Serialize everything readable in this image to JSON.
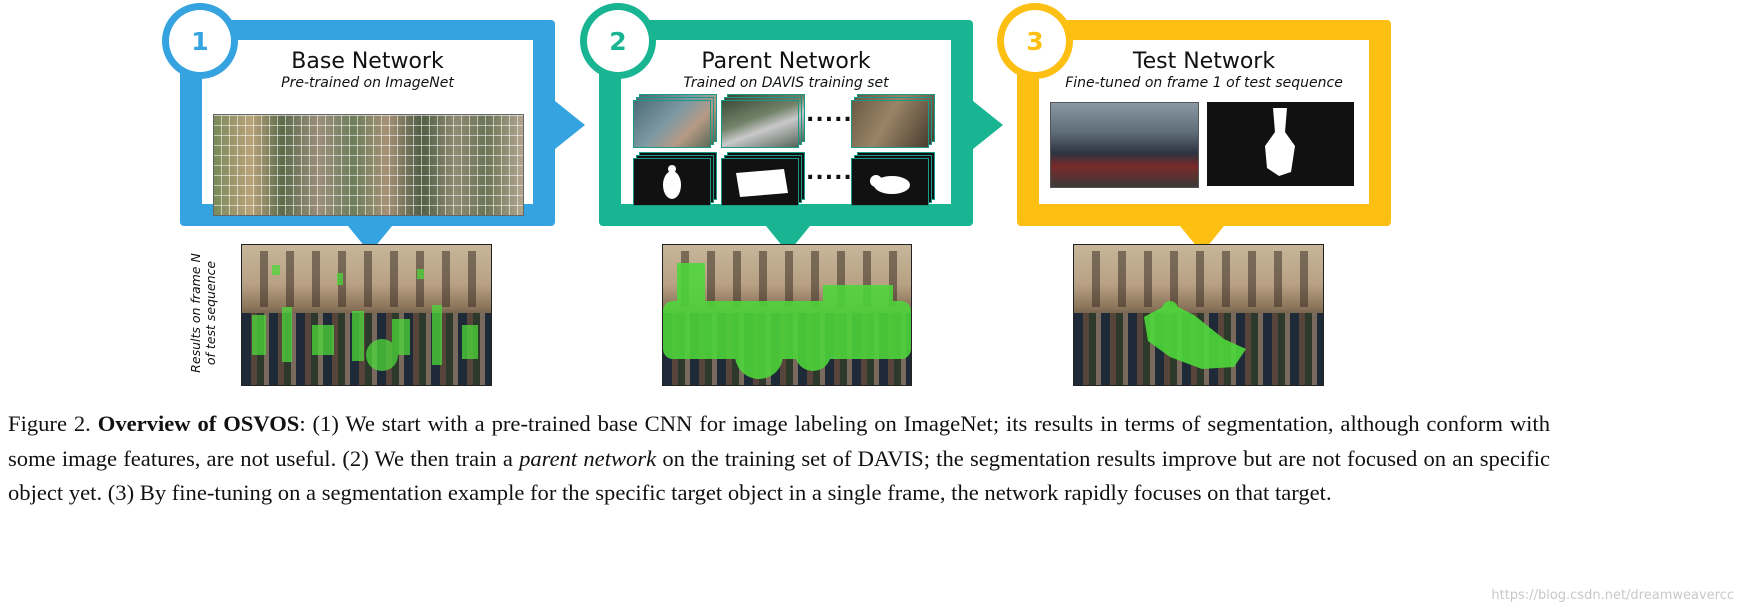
{
  "colors": {
    "stage1": "#35a3df",
    "stage2": "#19b592",
    "stage3": "#fcbf12",
    "seg_green": "#4ed83a"
  },
  "stages": [
    {
      "number": "1",
      "title": "Base Network",
      "subtitle": "Pre-trained on ImageNet"
    },
    {
      "number": "2",
      "title": "Parent Network",
      "subtitle": "Trained on DAVIS training set",
      "ellipsis": "......"
    },
    {
      "number": "3",
      "title": "Test Network",
      "subtitle": "Fine-tuned on frame 1 of test sequence"
    }
  ],
  "side_label": {
    "line1": "Results on frame N",
    "line2": "of test sequence"
  },
  "caption": {
    "label": "Figure 2.",
    "bold": "Overview of OSVOS",
    "part1": ": (1) We start with a pre-trained base CNN for image labeling on ImageNet; its results in terms of segmentation, although conform with some image features, are not useful.  (2) We then train a ",
    "italic": "parent network",
    "part2": " on the training set of DAVIS; the segmentation results improve but are not focused on an specific object yet.  (3) By fine-tuning on a segmentation example for the specific target object in a single frame, the network rapidly focuses on that target."
  },
  "watermark": "https://blog.csdn.net/dreamweavercc"
}
